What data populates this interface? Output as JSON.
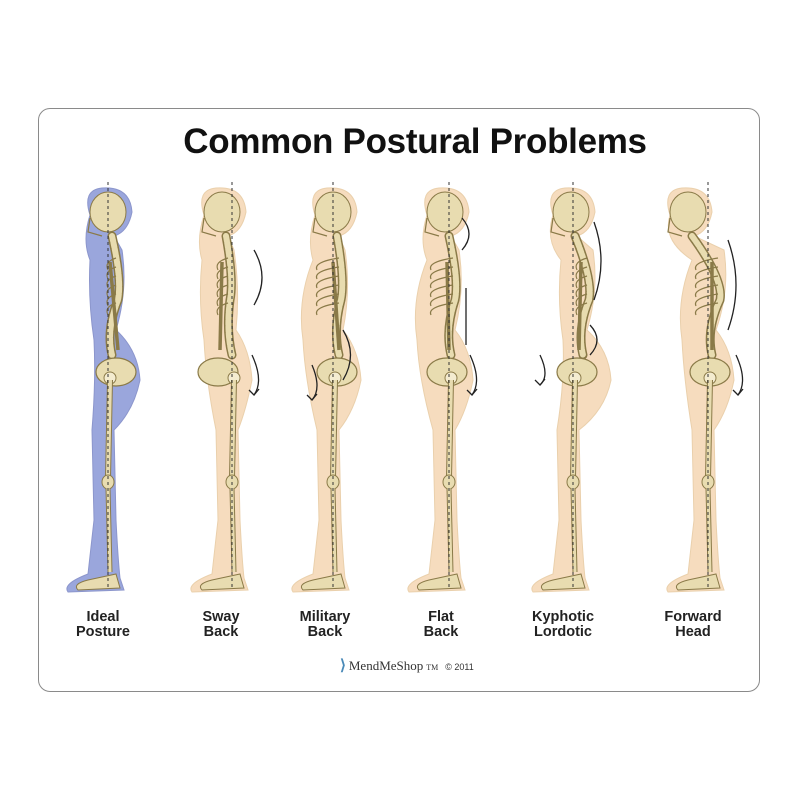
{
  "diagram": {
    "title": "Common Postural Problems",
    "figures": [
      {
        "id": "ideal",
        "label": "Ideal\nPosture"
      },
      {
        "id": "sway",
        "label": "Sway\nBack"
      },
      {
        "id": "military",
        "label": "Military\nBack"
      },
      {
        "id": "flat",
        "label": "Flat\nBack"
      },
      {
        "id": "kyphotic",
        "label": "Kyphotic\nLordotic"
      },
      {
        "id": "forward",
        "label": "Forward\nHead"
      }
    ],
    "footer": {
      "brand": "MendMeShop",
      "trademark": "TM",
      "copyright": "© 2011"
    },
    "colors": {
      "ideal_body": "#9aa6dc",
      "problem_body": "#f6dcbe",
      "bone": "#e8dcb0",
      "bone_outline": "#8a7a48",
      "plumb_line": "#333333"
    }
  }
}
